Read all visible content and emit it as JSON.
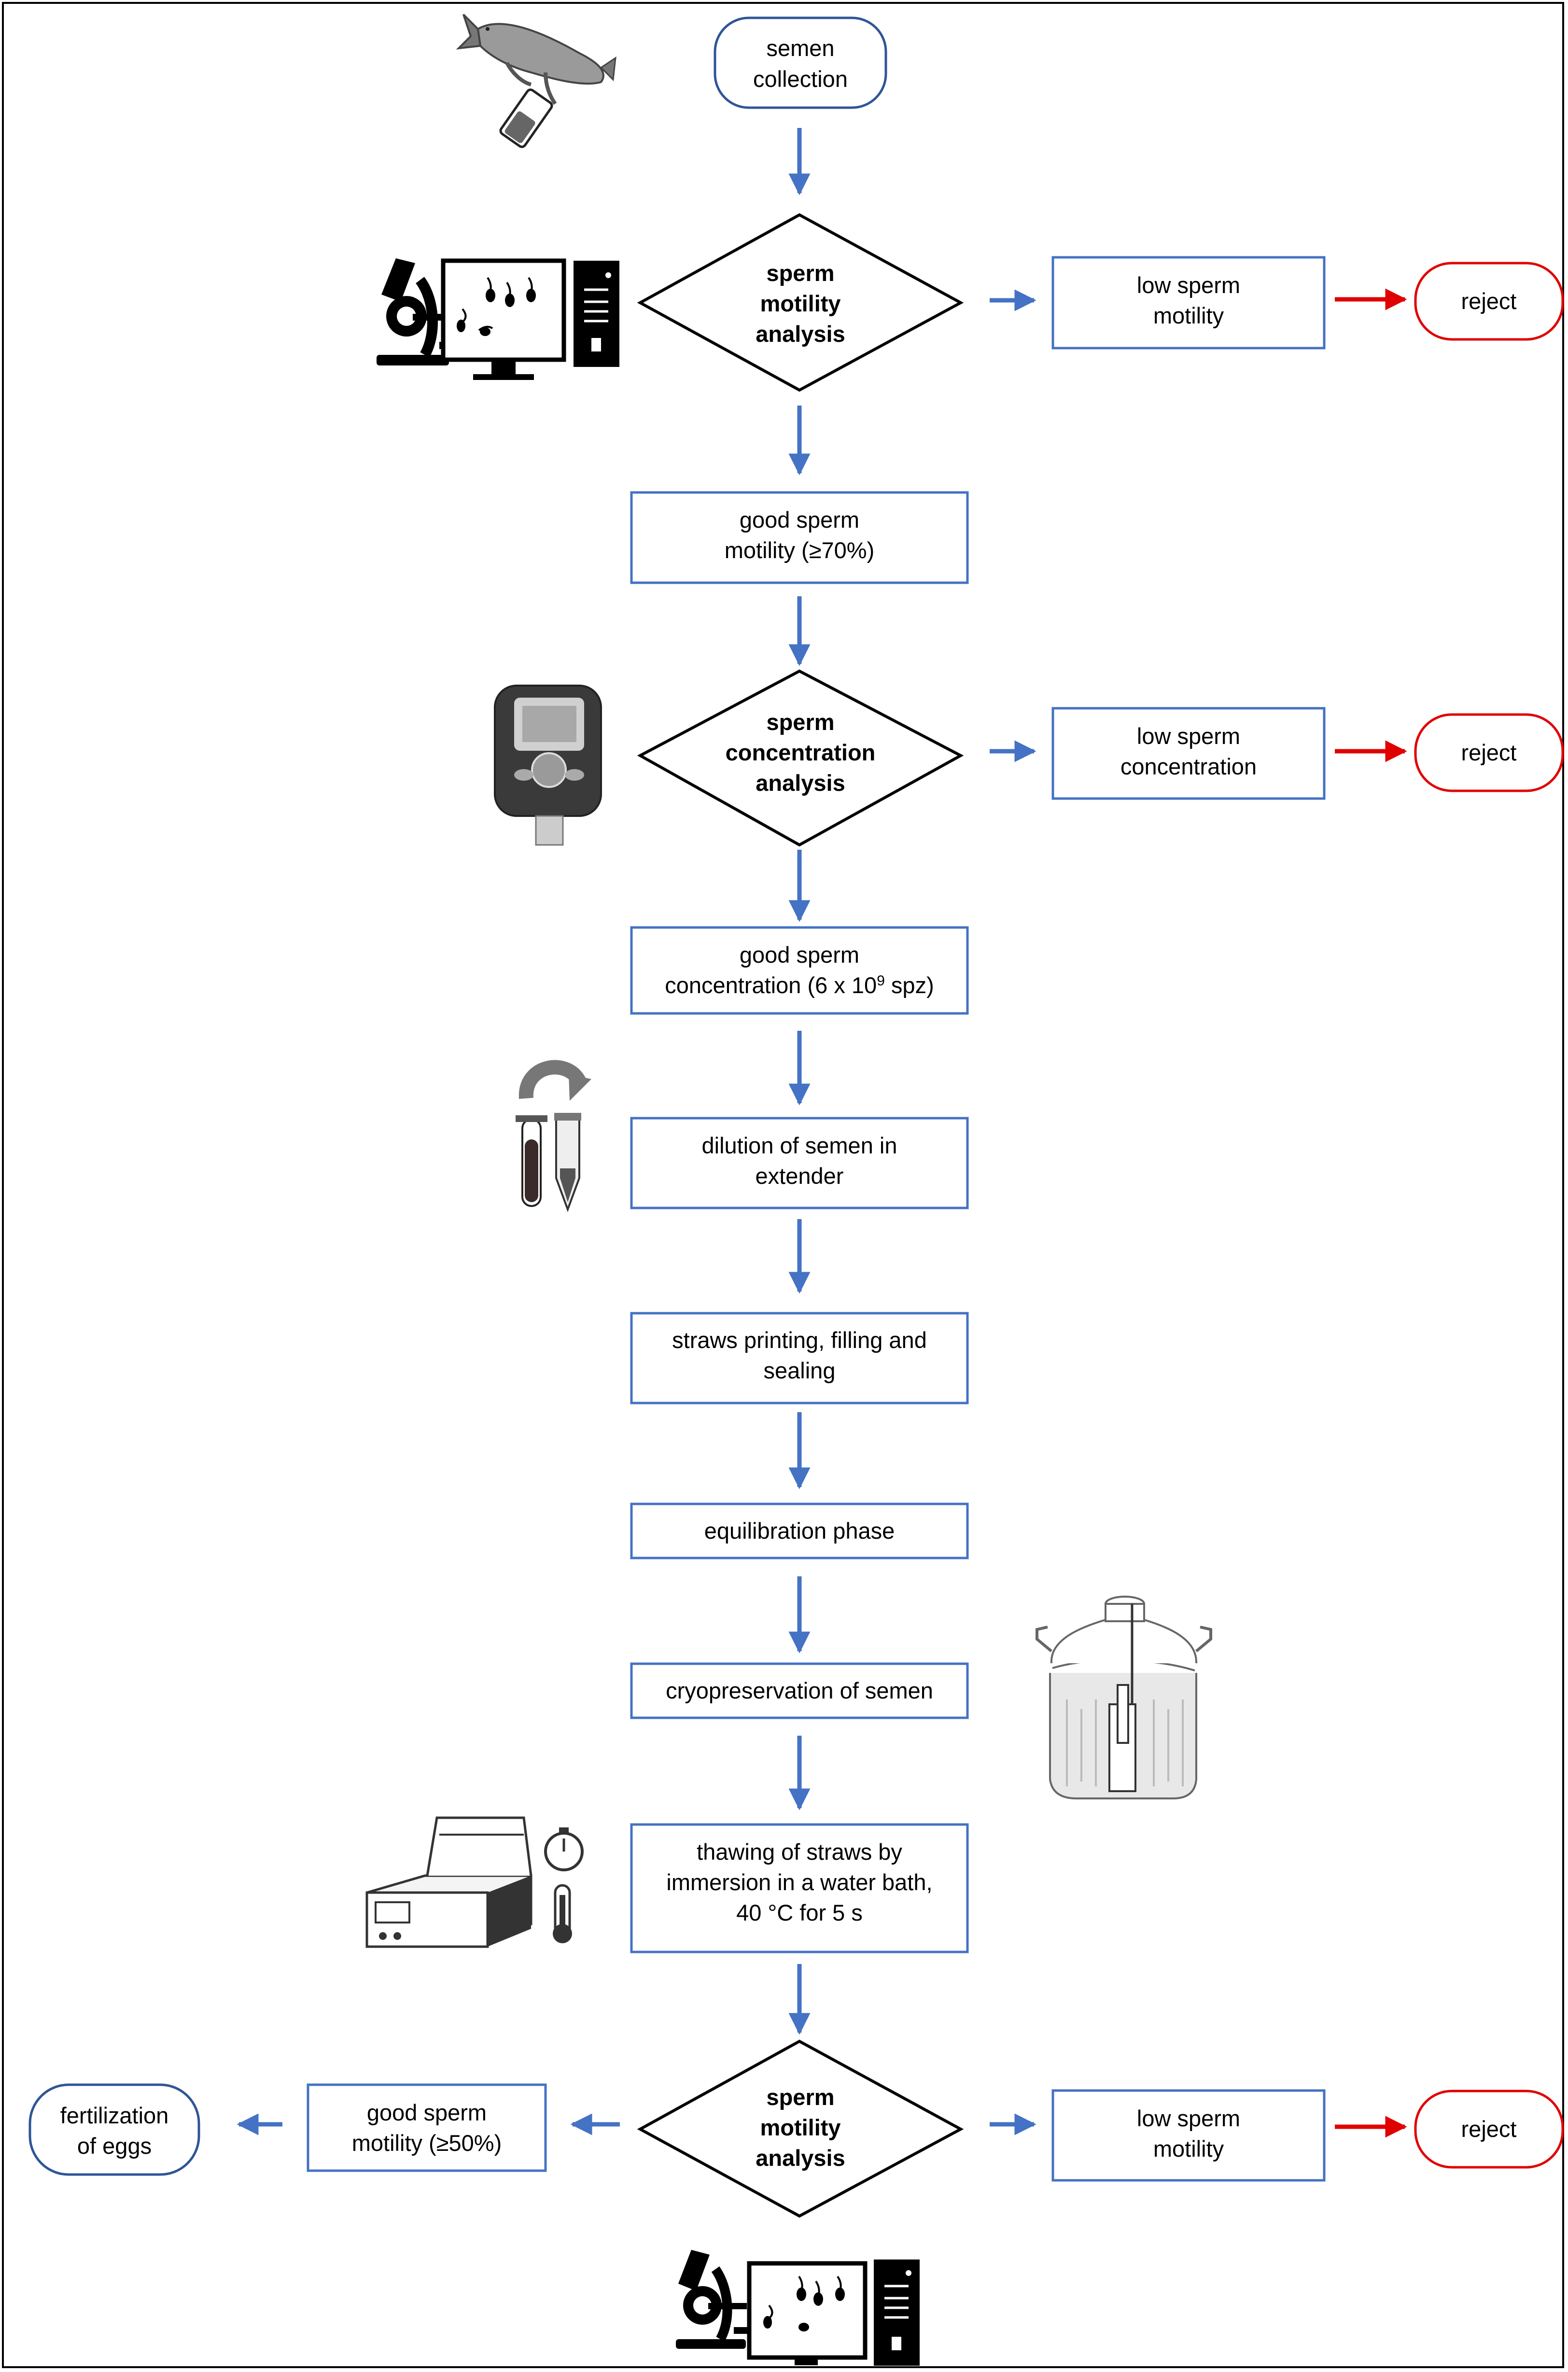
{
  "colors": {
    "blue_box": "#4472c4",
    "blue_arrow": "#4472c4",
    "red": "#e00000",
    "terminal_blue": "#2f5597",
    "black": "#000000"
  },
  "steps": {
    "semen_collection": [
      "semen",
      "collection"
    ],
    "motility_analysis_1": [
      "sperm",
      "motility",
      "analysis"
    ],
    "low_motility_1": [
      "low sperm",
      "motility"
    ],
    "reject_1": "reject",
    "good_motility_70": [
      "good sperm",
      "motility (≥70%)"
    ],
    "concentration_analysis": [
      "sperm",
      "concentration",
      "analysis"
    ],
    "low_concentration": [
      "low sperm",
      "concentration"
    ],
    "reject_2": "reject",
    "good_concentration": {
      "line1": "good sperm",
      "line2_pre": "concentration  (6 x 10",
      "line2_sup": "9",
      "line2_post": " spz)"
    },
    "dilution": [
      "dilution of semen in",
      "extender"
    ],
    "straws": [
      "straws printing, filling and",
      "sealing"
    ],
    "equilibration": "equilibration phase",
    "cryopreservation": "cryopreservation of semen",
    "thawing": [
      "thawing  of straws by",
      "immersion in a water bath,",
      "40 °C  for 5 s"
    ],
    "motility_analysis_2": [
      "sperm",
      "motility",
      "analysis"
    ],
    "low_motility_2": [
      "low sperm",
      "motility"
    ],
    "reject_3": "reject",
    "good_motility_50": [
      "good sperm",
      "motility (≥50%)"
    ],
    "fertilization": [
      "fertilization",
      "of eggs"
    ]
  },
  "icons": [
    "fish-stripping-icon",
    "microscope-computer-icon",
    "photometer-icon",
    "tube-inversion-icon",
    "liquid-nitrogen-dewar-icon",
    "water-bath-timer-icon",
    "microscope-computer-icon"
  ]
}
